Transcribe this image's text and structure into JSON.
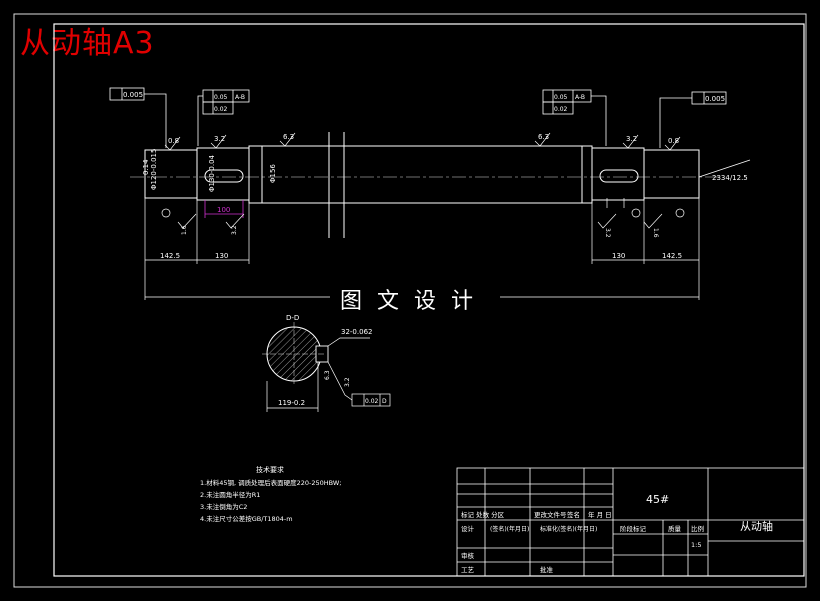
{
  "sheet_title": "从动轴A3",
  "watermark": "图 文 设 计",
  "tolerances": {
    "top_left_round": "0.005",
    "top_left_perp_value": "0.05",
    "top_left_perp_ref": "A-B",
    "top_left_round2": "0.02",
    "top_mid_perp_value": "0.05",
    "top_mid_perp_ref": "A-B",
    "top_mid_round2": "0.02",
    "top_right_round": "0.005",
    "section_sym_value": "0.02",
    "section_sym_ref": "D"
  },
  "roughness": {
    "r1": "0.8",
    "r2": "3.2",
    "r3": "6.3",
    "r4": "6.3",
    "r5": "3.2",
    "r6": "0.8",
    "r7": "1.6",
    "r8": "3.2",
    "r9": "3.2",
    "r10": "1.6",
    "r11": "6.3",
    "r12": "3.2"
  },
  "dimensions": {
    "dia_left": "Φ120-0.015",
    "dia_left2": "0.14",
    "dia_key": "Φ130-0.04",
    "dia_key_len": "100",
    "dia_mid": "Φ156",
    "chamfer": "2334/12.5",
    "len_left_end": "142.5",
    "len_left_seg": "130",
    "len_right_seg": "130",
    "len_right_end": "142.5",
    "section_label": "D-D",
    "section_key": "32-0.062",
    "section_depth": "119-0.2",
    "section_d": "D"
  },
  "tech_requirements": {
    "heading": "技术要求",
    "lines": [
      "1.材料45钢, 调质处理后表面硬度220-250HBW;",
      "2.未注圆角半径为R1",
      "3.未注倒角为C2",
      "4.未注尺寸公差按GB/T1804-m"
    ]
  },
  "title_block": {
    "material": "45#",
    "part_name": "从动轴",
    "row_marks": "标记 处数 分区",
    "row_change": "更改文件号",
    "row_sign": "签名",
    "row_date": "年 月 日",
    "design": "设计",
    "design_sign": "(签名)(年月日)",
    "std_sign": "标准化(签名)(年月日)",
    "stage_mark": "阶段标记",
    "weight": "质量",
    "scale_label": "比例",
    "scale": "1:5",
    "review": "审核",
    "process": "工艺",
    "approve": "批准"
  }
}
